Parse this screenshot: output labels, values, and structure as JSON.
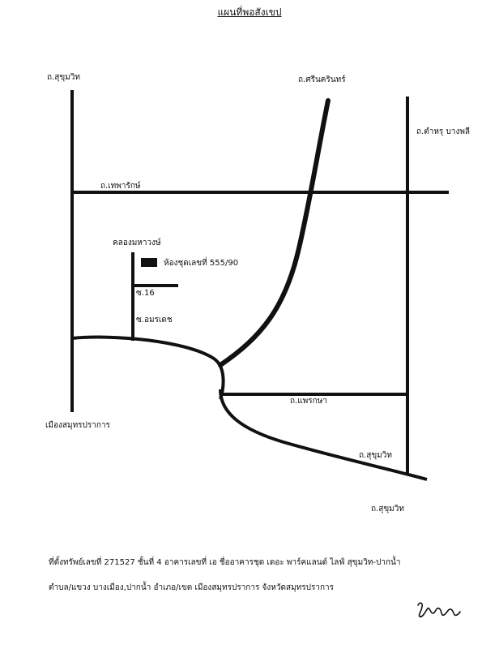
{
  "document": {
    "title": "แผนที่พอสังเขป"
  },
  "roads": {
    "sukhumvit_top": "ถ.สุขุมวิท",
    "srinakarin": "ถ.ศรีนครินทร์",
    "tamru_bangphli": "ถ.ตำหรุ บางพลี",
    "thepharak": "ถ.เทพารักษ์",
    "khlong_mahawong": "คลองมหาวงษ์",
    "soi_16": "ซ.16",
    "soi_amarathet": "ซ.อมรเดช",
    "praeksa": "ถ.แพรกษา",
    "sukhumvit_lower": "ถ.สุขุมวิท",
    "sukhumvit_bottom": "ถ.สุขุมวิท",
    "mueang_samut_prakan": "เมืองสมุทรปราการ"
  },
  "property": {
    "label": "ห้องชุดเลขที่ 555/90"
  },
  "caption": {
    "line1": "ที่ตั้งทรัพย์เลขที่ 271527 ชั้นที่ 4 อาคารเลขที่ เอ ชื่ออาคารชุด เดอะ พาร์คแลนด์ ไลฟ์ สุขุมวิท-ปากน้ำ",
    "line2": "ตำบล/แขวง บางเมือง,ปากน้ำ  อำเภอ/เขต เมืองสมุทรปราการ จังหวัดสมุทรปราการ"
  },
  "colors": {
    "ink": "#111111",
    "paper": "#ffffff"
  }
}
